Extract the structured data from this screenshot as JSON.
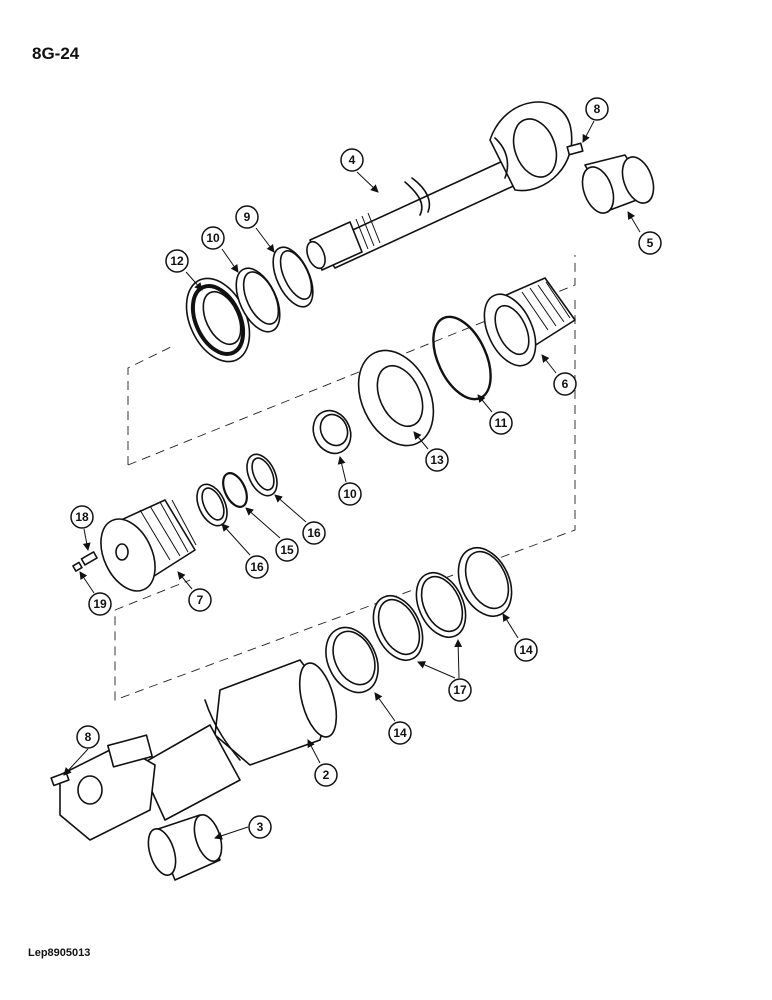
{
  "header": {
    "page_code": "8G-24"
  },
  "footer": {
    "figure_ref": "Lep8905013"
  },
  "callouts": [
    "2",
    "3",
    "4",
    "5",
    "6",
    "7",
    "8",
    "8",
    "9",
    "10",
    "10",
    "11",
    "12",
    "13",
    "14",
    "14",
    "15",
    "16",
    "16",
    "17",
    "18",
    "19"
  ]
}
